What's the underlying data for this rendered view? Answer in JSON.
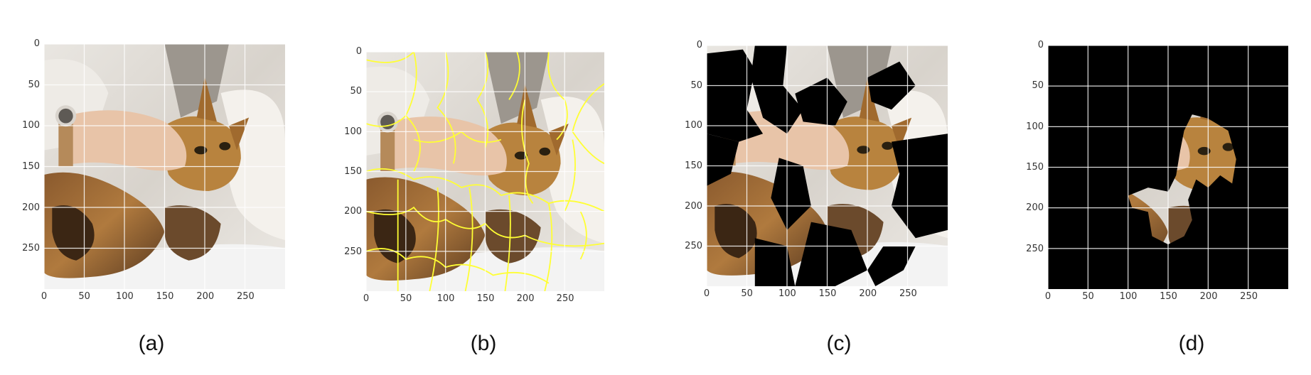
{
  "figure": {
    "panels": [
      {
        "caption": "(a)",
        "variant": "original"
      },
      {
        "caption": "(b)",
        "variant": "superpixels"
      },
      {
        "caption": "(c)",
        "variant": "masked-many"
      },
      {
        "caption": "(d)",
        "variant": "masked-few"
      }
    ],
    "axes": {
      "x_ticks": [
        "0",
        "50",
        "100",
        "150",
        "200",
        "250"
      ],
      "y_ticks": [
        "0",
        "50",
        "100",
        "150",
        "200",
        "250"
      ],
      "x_range": [
        0,
        299
      ],
      "y_range": [
        0,
        299
      ],
      "grid": true
    },
    "colors": {
      "segment_boundary": "#ffff33",
      "mask": "#000000",
      "grid": "#ffffff"
    }
  }
}
